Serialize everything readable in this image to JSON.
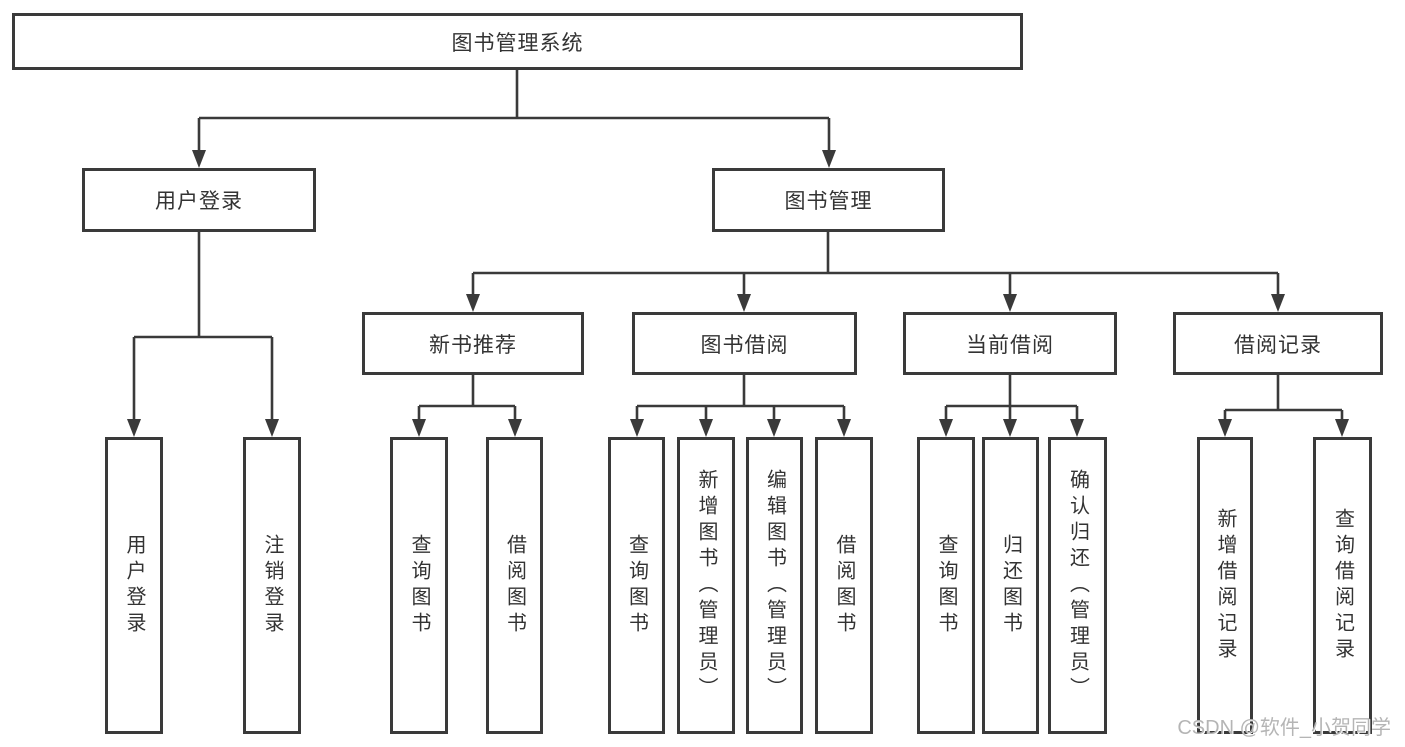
{
  "colors": {
    "line": "#3a3a3a",
    "box_border": "#3a3a3a",
    "text": "#333333",
    "watermark": "#b5b5b5",
    "background": "#ffffff"
  },
  "watermark": "CSDN @软件_小贺同学",
  "tree": {
    "label": "图书管理系统",
    "children": [
      {
        "label": "用户登录",
        "children": [
          {
            "label": "用户登录"
          },
          {
            "label": "注销登录"
          }
        ]
      },
      {
        "label": "图书管理",
        "children": [
          {
            "label": "新书推荐",
            "children": [
              {
                "label": "查询图书"
              },
              {
                "label": "借阅图书"
              }
            ]
          },
          {
            "label": "图书借阅",
            "children": [
              {
                "label": "查询图书"
              },
              {
                "label": "新增图书（管理员）"
              },
              {
                "label": "编辑图书（管理员）"
              },
              {
                "label": "借阅图书"
              }
            ]
          },
          {
            "label": "当前借阅",
            "children": [
              {
                "label": "查询图书"
              },
              {
                "label": "归还图书"
              },
              {
                "label": "确认归还（管理员）"
              }
            ]
          },
          {
            "label": "借阅记录",
            "children": [
              {
                "label": "新增借阅记录"
              },
              {
                "label": "查询借阅记录"
              }
            ]
          }
        ]
      }
    ]
  }
}
